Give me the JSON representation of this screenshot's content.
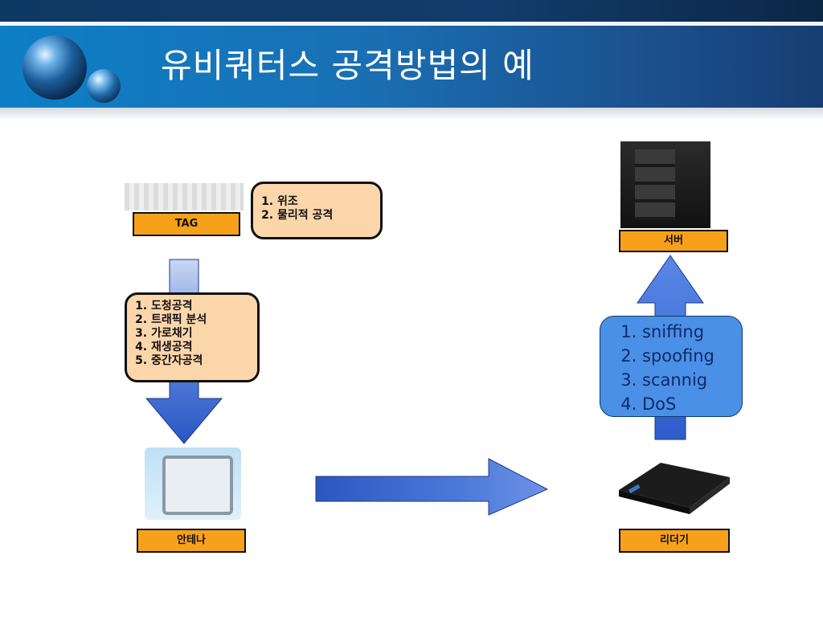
{
  "title": "유비쿼터스 공격방법의 예",
  "tag": {
    "label": "TAG",
    "attacks": [
      "위조",
      "물리적 공격"
    ]
  },
  "tag_to_antenna_attacks": [
    "도청공격",
    "트래픽 분석",
    "가로채기",
    "재생공격",
    "중간자공격"
  ],
  "antenna": {
    "label": "안테나"
  },
  "reader": {
    "label": "리더기"
  },
  "server": {
    "label": "서버"
  },
  "reader_to_server_attacks": [
    "sniffing",
    "spoofing",
    "scannig",
    "DoS"
  ],
  "colors": {
    "label_fill": "#f7a11a",
    "list_fill": "#fcd6ab",
    "arrow_blue": "#3c6fd6",
    "network_box": "#4a90e6"
  }
}
